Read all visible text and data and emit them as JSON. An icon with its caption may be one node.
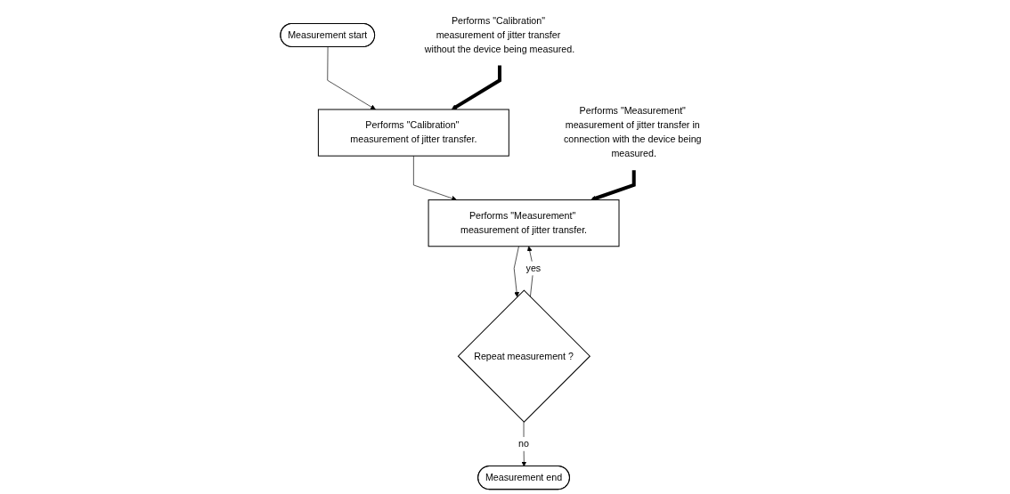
{
  "diagram": {
    "nodes": [
      {
        "text": [
          "Measurement start"
        ]
      },
      {
        "text": [
          "Performs \"Calibration\" measurement of jitter transfer."
        ]
      },
      {
        "text": [
          "Performs \"Measurement\" measurement of jitter transfer."
        ]
      },
      {
        "text": [
          "Repeat measurement ?"
        ]
      },
      {
        "text": [
          "Measurement end"
        ]
      },
      {
        "text": [
          "Performs \"Calibration\" measurement of jitter transfer without the device being measured."
        ]
      },
      {
        "text": [
          "Performs \"Measurement\" measurement of jitter transfer in connection with the device being measured."
        ]
      }
    ],
    "edges": [
      {
        "from": 0,
        "to": 1,
        "arrow": "to"
      },
      {
        "from": 1,
        "to": 2,
        "arrow": "to"
      },
      {
        "from": 2,
        "to": 3,
        "arrow": "to"
      },
      {
        "from": 3,
        "to": 2,
        "arrow": "to",
        "label": "yes"
      },
      {
        "from": 3,
        "to": 4,
        "arrow": "to",
        "label": "no"
      },
      {
        "from": 5,
        "to": 1,
        "arrow": "to",
        "style": "thick"
      },
      {
        "from": 6,
        "to": 2,
        "arrow": "to",
        "style": "thick"
      }
    ]
  }
}
